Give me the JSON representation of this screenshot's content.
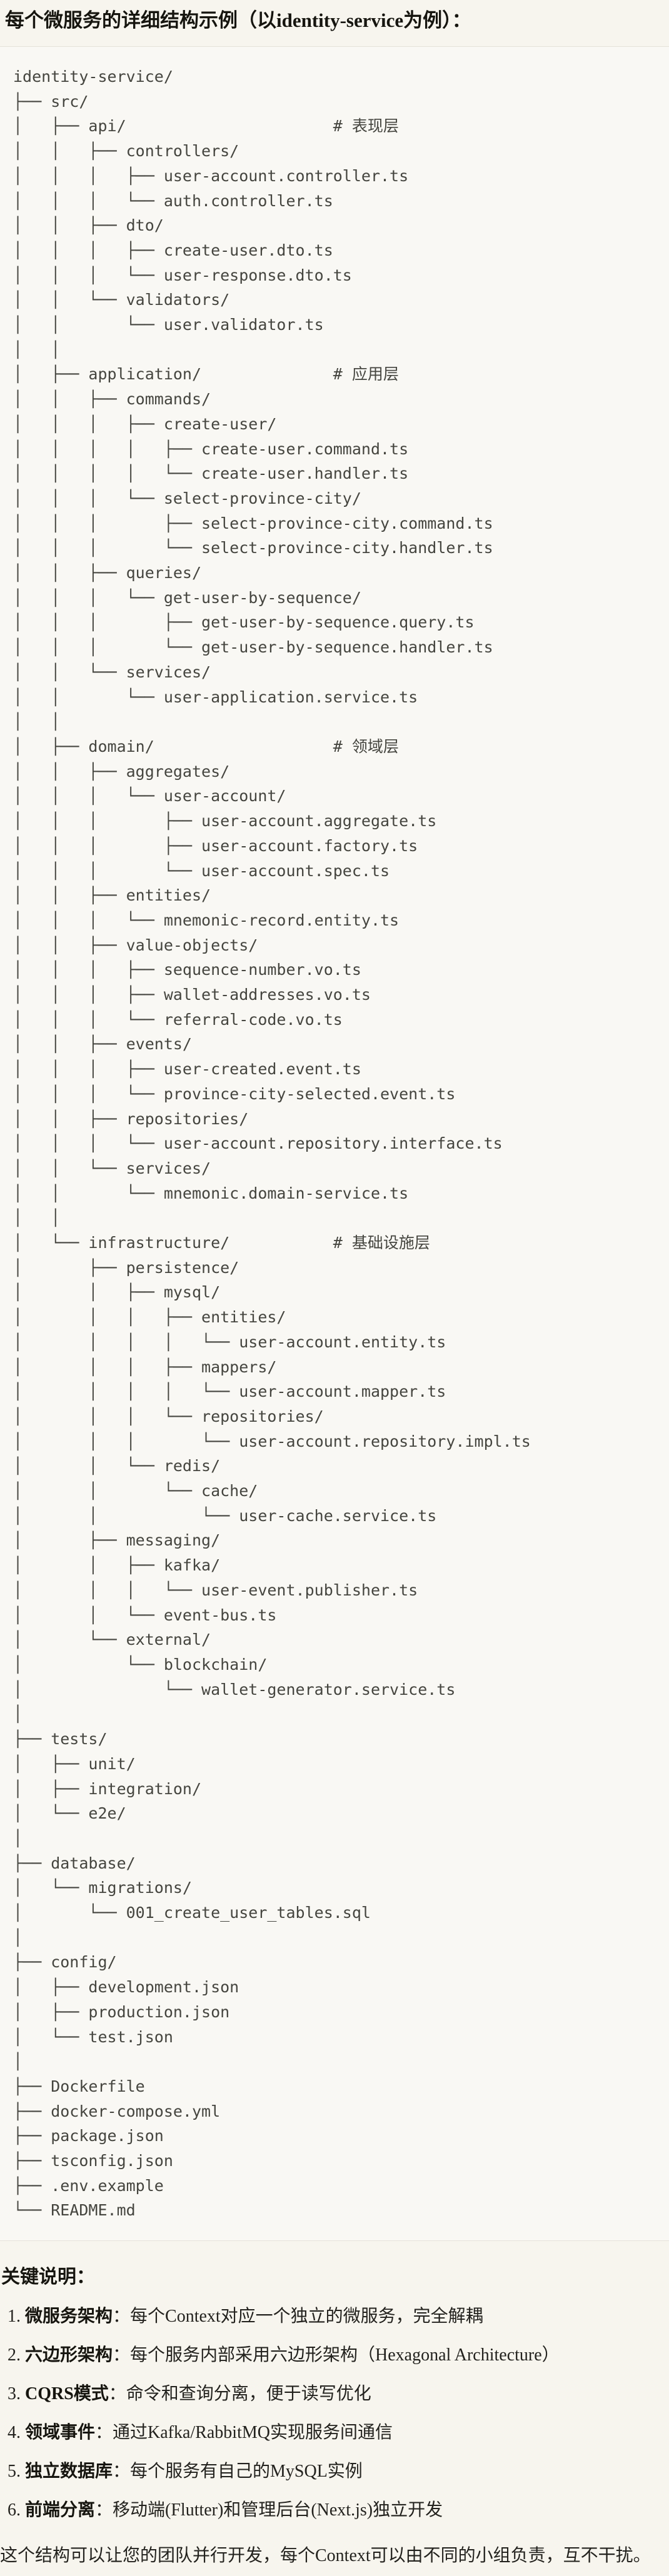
{
  "page": {
    "title": "每个微服务的详细结构示例（以identity-service为例）：",
    "notes_heading": "关键说明：",
    "closing": "这个结构可以让您的团队并行开发，每个Context可以由不同的小组负责，互不干扰。"
  },
  "colors": {
    "page_bg": "#f7f5ee",
    "code_bg": "#f9f8f4",
    "code_border": "#e5e2d9",
    "code_text": "#45453f",
    "body_text": "#23221e"
  },
  "file_tree": {
    "lines": [
      "identity-service/",
      "├── src/",
      "│   ├── api/                      # 表现层",
      "│   │   ├── controllers/",
      "│   │   │   ├── user-account.controller.ts",
      "│   │   │   └── auth.controller.ts",
      "│   │   ├── dto/",
      "│   │   │   ├── create-user.dto.ts",
      "│   │   │   └── user-response.dto.ts",
      "│   │   └── validators/",
      "│   │       └── user.validator.ts",
      "│   │",
      "│   ├── application/              # 应用层",
      "│   │   ├── commands/",
      "│   │   │   ├── create-user/",
      "│   │   │   │   ├── create-user.command.ts",
      "│   │   │   │   └── create-user.handler.ts",
      "│   │   │   └── select-province-city/",
      "│   │   │       ├── select-province-city.command.ts",
      "│   │   │       └── select-province-city.handler.ts",
      "│   │   ├── queries/",
      "│   │   │   └── get-user-by-sequence/",
      "│   │   │       ├── get-user-by-sequence.query.ts",
      "│   │   │       └── get-user-by-sequence.handler.ts",
      "│   │   └── services/",
      "│   │       └── user-application.service.ts",
      "│   │",
      "│   ├── domain/                   # 领域层",
      "│   │   ├── aggregates/",
      "│   │   │   └── user-account/",
      "│   │   │       ├── user-account.aggregate.ts",
      "│   │   │       ├── user-account.factory.ts",
      "│   │   │       └── user-account.spec.ts",
      "│   │   ├── entities/",
      "│   │   │   └── mnemonic-record.entity.ts",
      "│   │   ├── value-objects/",
      "│   │   │   ├── sequence-number.vo.ts",
      "│   │   │   ├── wallet-addresses.vo.ts",
      "│   │   │   └── referral-code.vo.ts",
      "│   │   ├── events/",
      "│   │   │   ├── user-created.event.ts",
      "│   │   │   └── province-city-selected.event.ts",
      "│   │   ├── repositories/",
      "│   │   │   └── user-account.repository.interface.ts",
      "│   │   └── services/",
      "│   │       └── mnemonic.domain-service.ts",
      "│   │",
      "│   └── infrastructure/           # 基础设施层",
      "│       ├── persistence/",
      "│       │   ├── mysql/",
      "│       │   │   ├── entities/",
      "│       │   │   │   └── user-account.entity.ts",
      "│       │   │   ├── mappers/",
      "│       │   │   │   └── user-account.mapper.ts",
      "│       │   │   └── repositories/",
      "│       │   │       └── user-account.repository.impl.ts",
      "│       │   └── redis/",
      "│       │       └── cache/",
      "│       │           └── user-cache.service.ts",
      "│       ├── messaging/",
      "│       │   ├── kafka/",
      "│       │   │   └── user-event.publisher.ts",
      "│       │   └── event-bus.ts",
      "│       └── external/",
      "│           └── blockchain/",
      "│               └── wallet-generator.service.ts",
      "│",
      "├── tests/",
      "│   ├── unit/",
      "│   ├── integration/",
      "│   └── e2e/",
      "│",
      "├── database/",
      "│   └── migrations/",
      "│       └── 001_create_user_tables.sql",
      "│",
      "├── config/",
      "│   ├── development.json",
      "│   ├── production.json",
      "│   └── test.json",
      "│",
      "├── Dockerfile",
      "├── docker-compose.yml",
      "├── package.json",
      "├── tsconfig.json",
      "├── .env.example",
      "└── README.md"
    ]
  },
  "notes": {
    "items": [
      {
        "num": "1.",
        "label": "微服务架构",
        "text": "：每个Context对应一个独立的微服务，完全解耦"
      },
      {
        "num": "2.",
        "label": "六边形架构",
        "text": "：每个服务内部采用六边形架构（Hexagonal Architecture）"
      },
      {
        "num": "3.",
        "label": "CQRS模式",
        "text": "：命令和查询分离，便于读写优化"
      },
      {
        "num": "4.",
        "label": "领域事件",
        "text": "：通过Kafka/RabbitMQ实现服务间通信"
      },
      {
        "num": "5.",
        "label": "独立数据库",
        "text": "：每个服务有自己的MySQL实例"
      },
      {
        "num": "6.",
        "label": "前端分离",
        "text": "：移动端(Flutter)和管理后台(Next.js)独立开发"
      }
    ]
  }
}
